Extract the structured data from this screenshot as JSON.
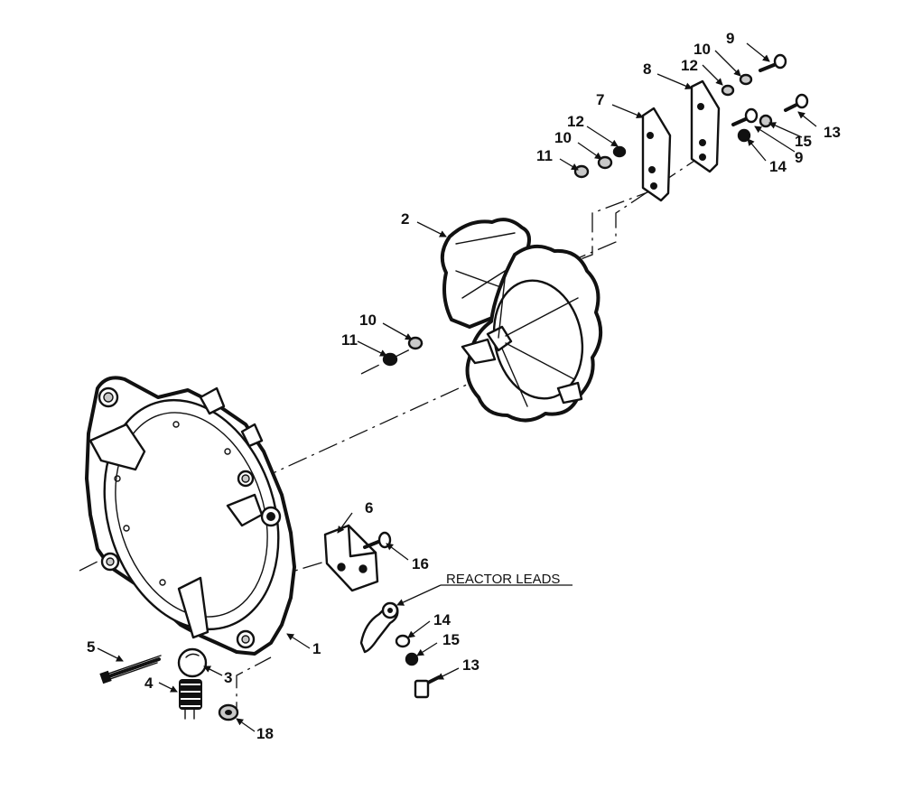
{
  "callouts": {
    "c1": "1",
    "c2": "2",
    "c3": "3",
    "c4": "4",
    "c5": "5",
    "c6": "6",
    "c7": "7",
    "c8": "8",
    "c9a": "9",
    "c9b": "9",
    "c10a": "10",
    "c10b": "10",
    "c10c": "10",
    "c11a": "11",
    "c11b": "11",
    "c12a": "12",
    "c12b": "12",
    "c13a": "13",
    "c13b": "13",
    "c14a": "14",
    "c14b": "14",
    "c15a": "15",
    "c15b": "15",
    "c16": "16",
    "c18": "18"
  },
  "notes": {
    "reactor_leads": "REACTOR LEADS"
  },
  "colors": {
    "ink": "#111111",
    "paper": "#ffffff",
    "shade": "#c9c9c9"
  }
}
